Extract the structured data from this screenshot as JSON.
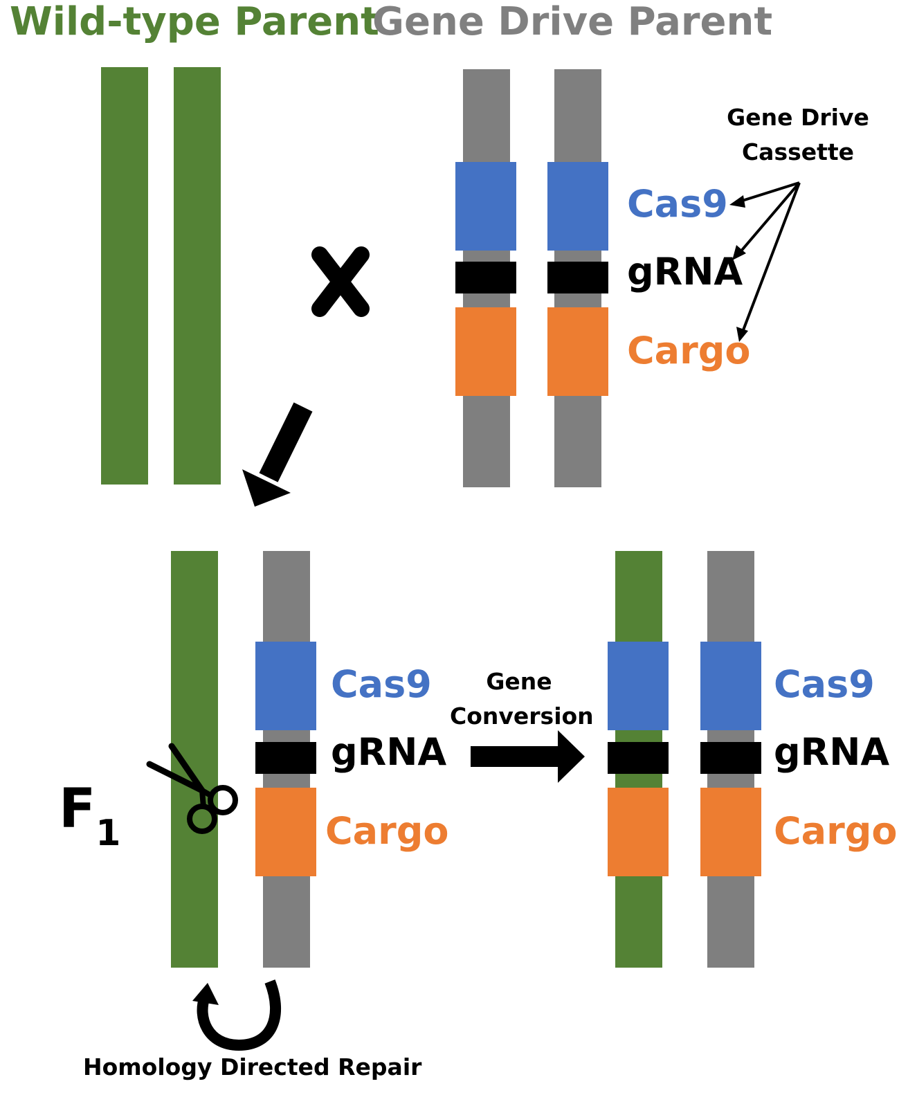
{
  "titles": {
    "wild_type": "Wild-type Parent",
    "gene_drive": "Gene Drive Parent"
  },
  "cassette": {
    "heading_line1": "Gene Drive",
    "heading_line2": "Cassette"
  },
  "labels": {
    "cas9": "Cas9",
    "grna": "gRNA",
    "cargo": "Cargo"
  },
  "generation": {
    "letter": "F",
    "subscript": "1"
  },
  "process": {
    "conversion_line1": "Gene",
    "conversion_line2": "Conversion",
    "repair": "Homology Directed Repair"
  },
  "colors": {
    "wild_type": "#548235",
    "gene_drive": "#7f7f7f",
    "cas9": "#4472c4",
    "grna": "#000000",
    "cargo": "#ed7d31"
  },
  "icons": {
    "cross": "cross-icon",
    "scissors": "scissors-icon"
  }
}
